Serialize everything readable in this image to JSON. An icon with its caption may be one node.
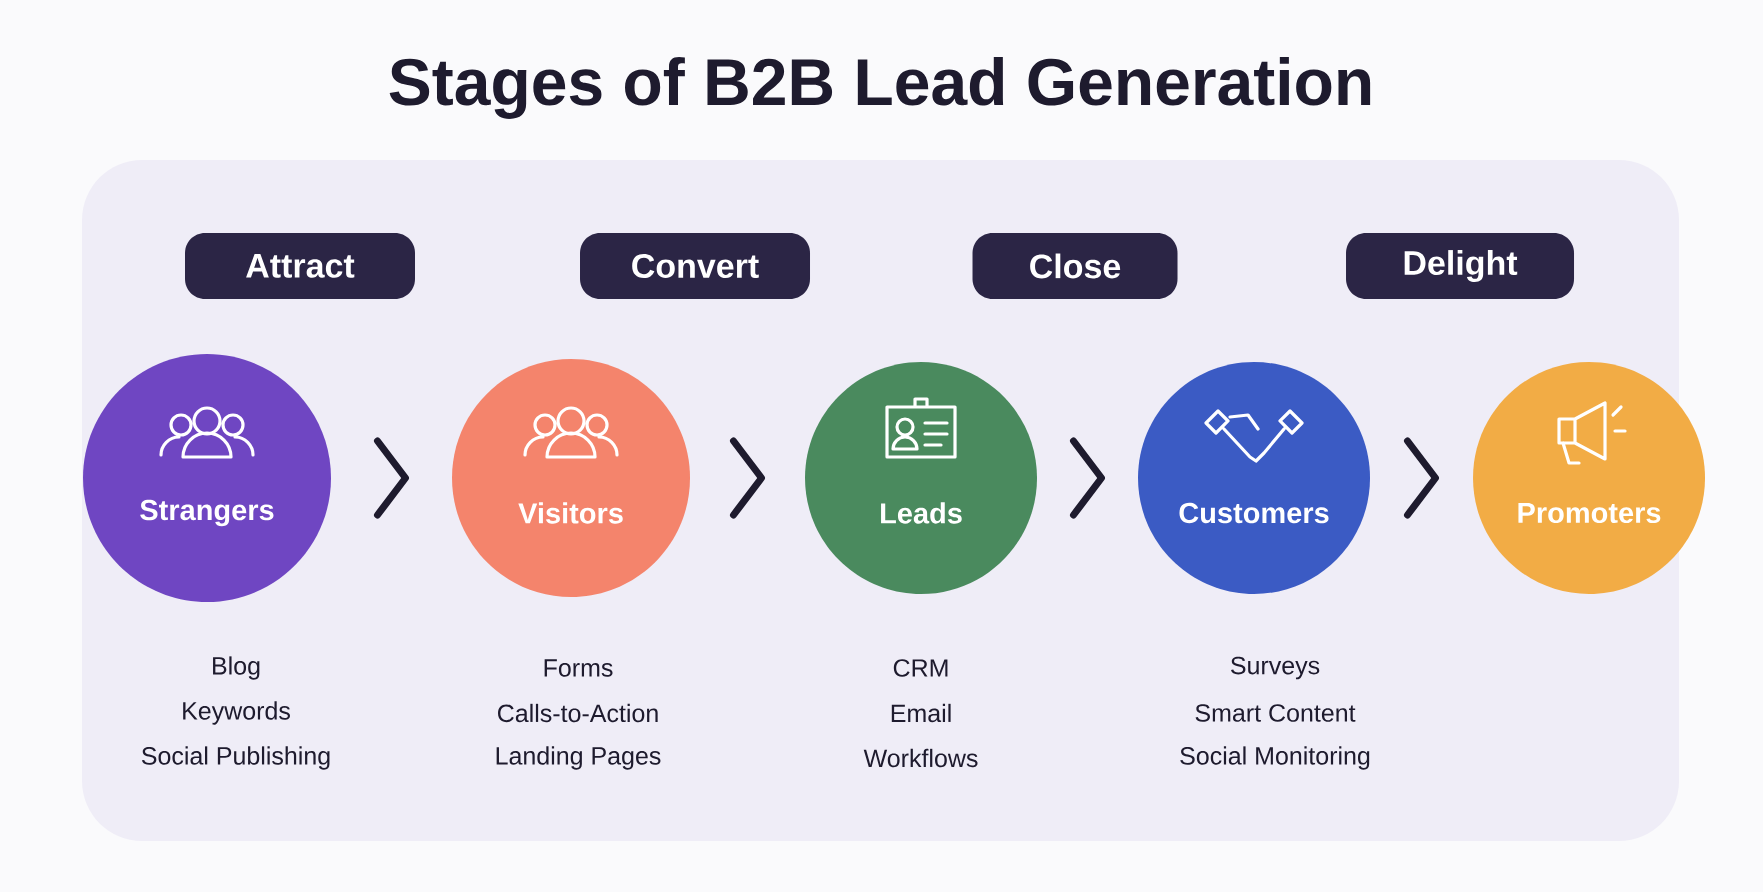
{
  "diagram": {
    "title": "Stages of B2B Lead Generation",
    "nodes": [
      {
        "text": [
          "Attract"
        ]
      },
      {
        "text": [
          "Convert"
        ]
      },
      {
        "text": [
          "Close"
        ]
      },
      {
        "text": [
          "Delight"
        ]
      },
      {
        "text": [
          "Strangers"
        ],
        "beside": [
          "Blog",
          "Keywords",
          "Social Publishing"
        ]
      },
      {
        "text": [
          "Visitors"
        ],
        "beside": [
          "Forms",
          "Calls-to-Action",
          "Landing Pages"
        ]
      },
      {
        "text": [
          "Leads"
        ],
        "beside": [
          "CRM",
          "Email",
          "Workflows"
        ]
      },
      {
        "text": [
          "Customers"
        ],
        "beside": [
          "Surveys",
          "Smart Content",
          "Social Monitoring"
        ]
      },
      {
        "text": [
          "Promoters"
        ]
      }
    ],
    "edges": [
      {
        "from": 4,
        "to": 5,
        "arrow": "to"
      },
      {
        "from": 5,
        "to": 6,
        "arrow": "to"
      },
      {
        "from": 6,
        "to": 7,
        "arrow": "to"
      },
      {
        "from": 7,
        "to": 8,
        "arrow": "to"
      }
    ]
  }
}
